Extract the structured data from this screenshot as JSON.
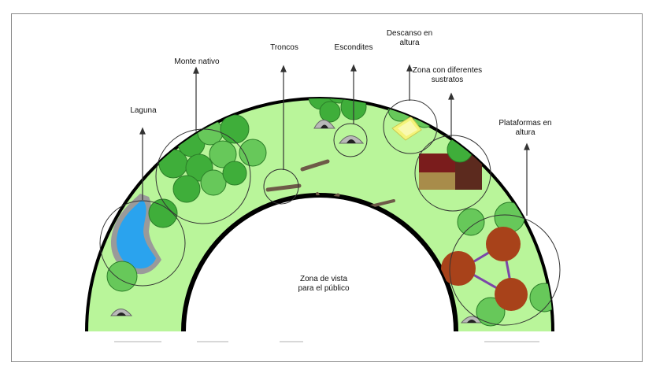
{
  "labels": {
    "laguna": "Laguna",
    "monte_nativo": "Monte nativo",
    "troncos": "Troncos",
    "escondites": "Escondites",
    "descanso_line1": "Descanso en",
    "descanso_line2": "altura",
    "zona_sustratos_line1": "Zona con diferentes",
    "zona_sustratos_line2": "sustratos",
    "plataformas_line1": "Plataformas en",
    "plataformas_line2": "altura",
    "zona_vista_line1": "Zona de vista",
    "zona_vista_line2": "para el público"
  },
  "colors": {
    "grass": "#b9f59a",
    "tree": "#3fae3a",
    "tree_light": "#67c85a",
    "water": "#2aa3ee",
    "platform": "#a8421a",
    "substrate_dark_red": "#7a1c1c",
    "substrate_brown": "#5c2a1e",
    "substrate_tan": "#a88c4a",
    "rest_yellow": "#f4f47a",
    "log": "#6e5a48",
    "rock": "#b8b8b8",
    "outline": "#000000"
  }
}
